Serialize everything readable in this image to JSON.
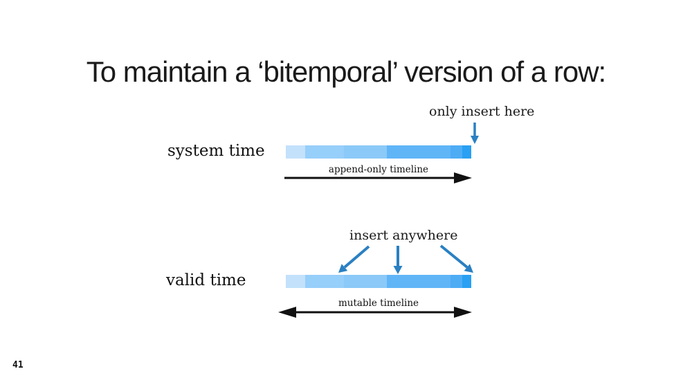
{
  "slide": {
    "title": "To maintain a ‘bitemporal’ version of a row:",
    "page_number": "41"
  },
  "colors": {
    "arrow_blue": "#2a80c2",
    "arrow_black": "#111111",
    "text": "#1a1a1a"
  },
  "timeline_bar": {
    "segments": [
      {
        "name": "oldest-version",
        "color": "#c3e1fb",
        "width_pct": 10.4
      },
      {
        "name": "version-2",
        "color": "#96cffa",
        "width_pct": 20.9
      },
      {
        "name": "version-3",
        "color": "#8bc9f8",
        "width_pct": 23.1
      },
      {
        "name": "version-4",
        "color": "#60b5f7",
        "width_pct": 34.3
      },
      {
        "name": "version-5",
        "color": "#4eacf5",
        "width_pct": 6.3
      },
      {
        "name": "newest-version",
        "color": "#29a0f3",
        "width_pct": 5.0
      }
    ]
  },
  "system_time": {
    "label": "system time",
    "annotation": "only insert here",
    "axis_label": "append-only timeline"
  },
  "valid_time": {
    "label": "valid time",
    "annotation": "insert anywhere",
    "axis_label": "mutable timeline"
  }
}
